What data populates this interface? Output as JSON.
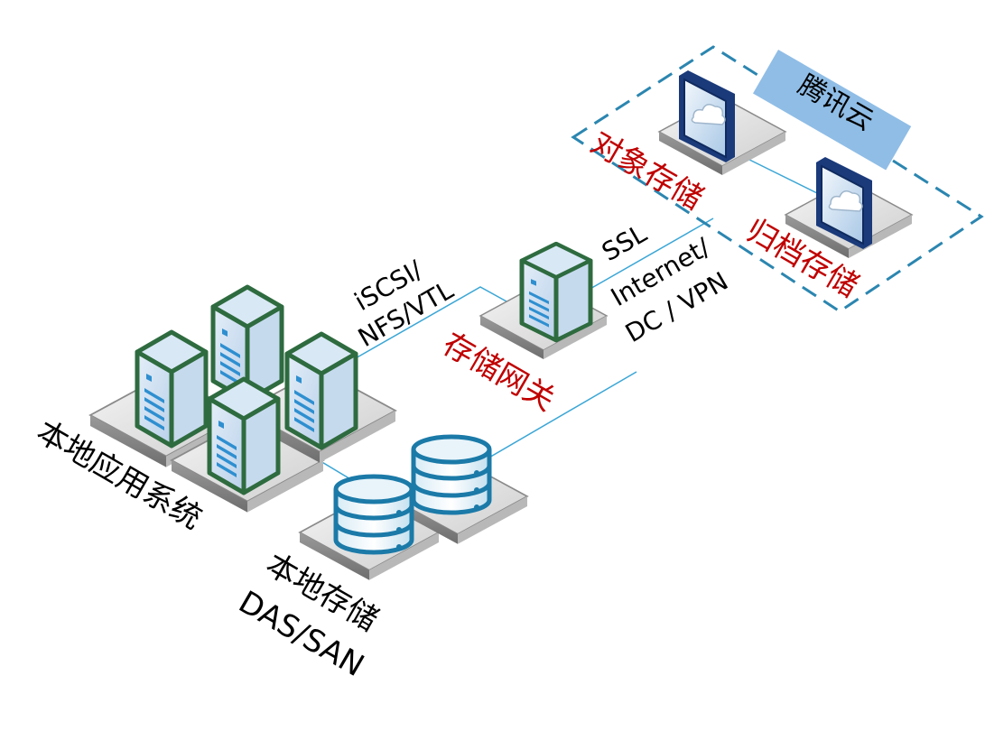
{
  "diagram": {
    "cloud_label": "腾讯云",
    "object_storage_label": "对象存储",
    "archive_storage_label": "归档存储",
    "gateway_label": "存储网关",
    "local_apps_label": "本地应用系统",
    "local_storage_label": "本地存储",
    "local_storage_type": "DAS/SAN",
    "protocol_line1": "iSCSI/",
    "protocol_line2": "NFS/VTL",
    "link_ssl": "SSL",
    "link_internet": "Internet/",
    "link_dc_vpn": "DC / VPN",
    "colors": {
      "server_green": "#2e6b3f",
      "server_face": "#c8dcf0",
      "db_blue": "#1b7aa8",
      "cloud_box": "#8fbde6",
      "dashed": "#2b86b0",
      "red_label": "#c00000",
      "link_line": "#3aa6d6",
      "cloud_device": "#1a3a7a"
    }
  }
}
